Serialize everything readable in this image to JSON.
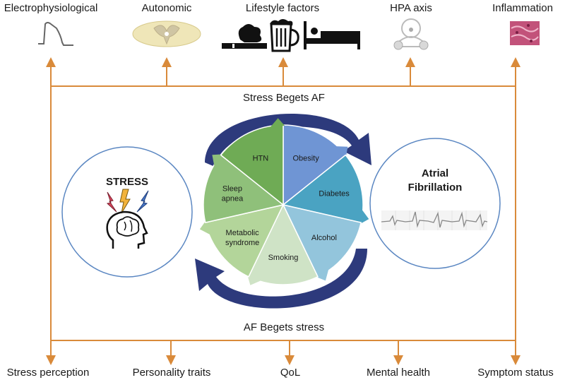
{
  "top_factors": [
    "Electrophysiological",
    "Autonomic",
    "Lifestyle factors",
    "HPA axis",
    "Inflammation"
  ],
  "bottom_outcomes": [
    "Stress perception",
    "Personality traits",
    "QoL",
    "Mental health",
    "Symptom status"
  ],
  "top_caption": "Stress Begets AF",
  "bottom_caption": "AF Begets stress",
  "left_circle": {
    "title": "STRESS"
  },
  "right_circle": {
    "title_line1": "Atrial",
    "title_line2": "Fibrillation"
  },
  "wheel_segments": [
    {
      "lines": [
        "Obesity"
      ],
      "color": "#6f95d4"
    },
    {
      "lines": [
        "Diabetes"
      ],
      "color": "#4aa3c2"
    },
    {
      "lines": [
        "Alcohol"
      ],
      "color": "#93c5dc"
    },
    {
      "lines": [
        "Smoking"
      ],
      "color": "#cfe3c6"
    },
    {
      "lines": [
        "Metabolic",
        "syndrome"
      ],
      "color": "#b3d59a"
    },
    {
      "lines": [
        "Sleep",
        "apnea"
      ],
      "color": "#8fc07a"
    },
    {
      "lines": [
        "HTN"
      ],
      "color": "#6fab55"
    }
  ],
  "colors": {
    "frame": "#d98a3a",
    "arrow": "#2d3a7c",
    "circle": "#5b87c2",
    "text": "#1a1a1a"
  },
  "icons": [
    "action-potential-icon",
    "spinal-cord-icon",
    "cigarette-icon",
    "beer-mug-icon",
    "bed-icon",
    "hpa-axis-icon",
    "inflamed-tissue-icon",
    "lightning-bolts-icon",
    "brain-head-icon",
    "ecg-trace-icon"
  ]
}
